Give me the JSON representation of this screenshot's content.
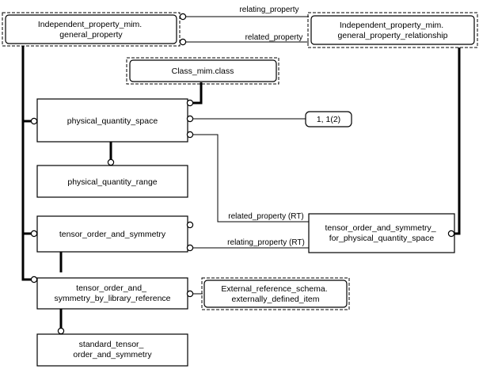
{
  "entities": {
    "general_property": [
      "Independent_property_mim.",
      "general_property"
    ],
    "general_property_relationship": [
      "Independent_property_mim.",
      "general_property_relationship"
    ],
    "class": [
      "Class_mim.class"
    ],
    "physical_quantity_space": [
      "physical_quantity_space"
    ],
    "physical_quantity_range": [
      "physical_quantity_range"
    ],
    "tensor_order_and_symmetry": [
      "tensor_order_and_symmetry"
    ],
    "tensor_order_and_symmetry_for_pqs": [
      "tensor_order_and_symmetry_",
      "for_physical_quantity_space"
    ],
    "by_library_reference": [
      "tensor_order_and_",
      "symmetry_by_library_reference"
    ],
    "external_defined_item": [
      "External_reference_schema.",
      "externally_defined_item"
    ],
    "standard_tensor": [
      "standard_tensor_",
      "order_and_symmetry"
    ],
    "cardinality": [
      "1, 1(2)"
    ]
  },
  "relations": {
    "relating_property": "relating_property",
    "related_property": "related_property",
    "related_property_rt": "related_property (RT)",
    "relating_property_rt": "relating_property (RT)"
  }
}
